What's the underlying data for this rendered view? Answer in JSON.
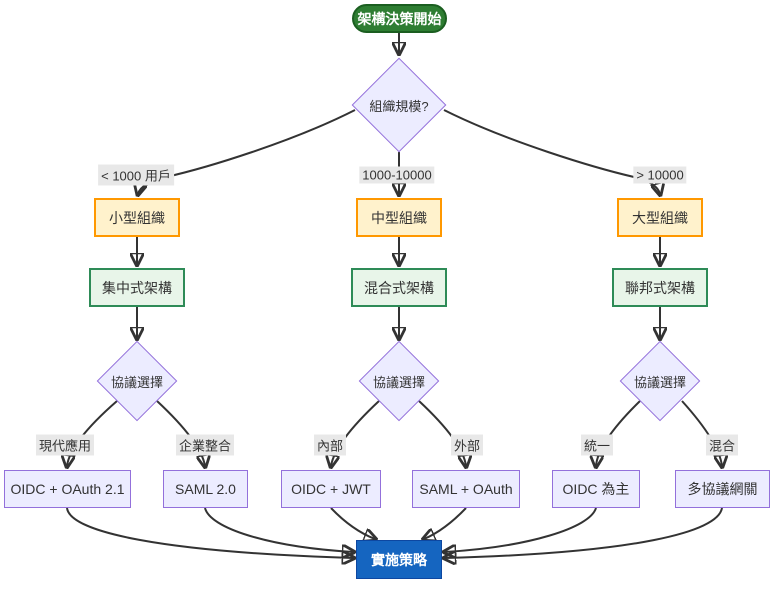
{
  "diagram": {
    "type": "flowchart",
    "nodes": {
      "start": "架構決策開始",
      "org_size": "組織規模?",
      "small_org": "小型組織",
      "medium_org": "中型組織",
      "large_org": "大型組織",
      "centralized": "集中式架構",
      "hybrid": "混合式架構",
      "federated": "聯邦式架構",
      "protocol_choice": "協議選擇",
      "oidc_oauth": "OIDC + OAuth 2.1",
      "saml2": "SAML 2.0",
      "oidc_jwt": "OIDC + JWT",
      "saml_oauth": "SAML + OAuth",
      "oidc_primary": "OIDC 為主",
      "multi_gateway": "多協議網關",
      "implementation": "實施策略"
    },
    "edge_labels": {
      "lt_1000": "< 1000 用戶",
      "range_1000_10000": "1000-10000",
      "gt_10000": "> 10000",
      "modern_app": "現代應用",
      "enterprise_integration": "企業整合",
      "internal": "內部",
      "external": "外部",
      "unified": "統一",
      "mixed": "混合"
    },
    "colors": {
      "start_fill": "#2e7d32",
      "start_border": "#1b5e20",
      "decision_fill": "#ececff",
      "decision_border": "#9370db",
      "org_fill": "#fff2cc",
      "org_border": "#ff9800",
      "arch_fill": "#e8f5e9",
      "arch_border": "#2e8b57",
      "impl_fill": "#1565c0",
      "edge_stroke": "#333333",
      "edge_label_bg": "#e8e8e8"
    }
  }
}
